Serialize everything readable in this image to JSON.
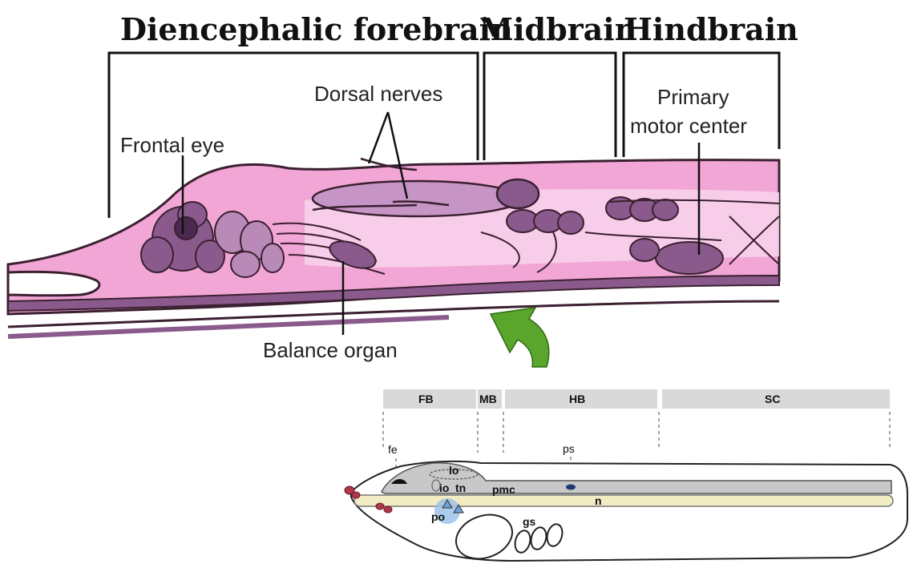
{
  "top_diagram": {
    "regions": [
      {
        "id": "forebrain",
        "label": "Diencephalic forebrain"
      },
      {
        "id": "midbrain",
        "label": "Midbrain"
      },
      {
        "id": "hindbrain",
        "label": "Hindbrain"
      }
    ],
    "callouts": {
      "frontal_eye": "Frontal eye",
      "dorsal_nerves": "Dorsal nerves",
      "primary_motor_line1": "Primary",
      "primary_motor_line2": "motor center",
      "balance_organ": "Balance organ"
    },
    "colors": {
      "tissue_pink": "#f2a6d6",
      "tissue_light": "#f9d4ec",
      "structure_purple": "#8a5a8c",
      "outline": "#3a2030",
      "arrow_green": "#5aa52c"
    }
  },
  "bottom_diagram": {
    "segments": [
      {
        "id": "fb",
        "label": "FB"
      },
      {
        "id": "mb",
        "label": "MB"
      },
      {
        "id": "hb",
        "label": "HB"
      },
      {
        "id": "sc",
        "label": "SC"
      }
    ],
    "labels": {
      "fe": "fe",
      "ps": "ps",
      "lo": "lo",
      "io": "io",
      "tn": "tn",
      "pmc": "pmc",
      "n": "n",
      "po": "po",
      "gs": "gs"
    },
    "colors": {
      "segment_bar": "#d9d9d9",
      "neural_tube": "#c8c8c8",
      "notochord": "#f2ecc4",
      "red_marks": "#b0364a",
      "blue_marks": "#9cc3e6"
    }
  }
}
